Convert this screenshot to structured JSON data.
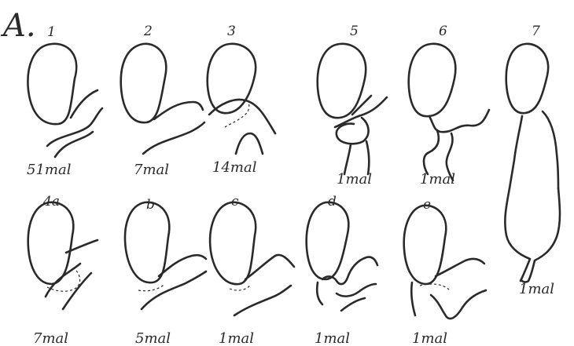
{
  "figure_letter": "A.",
  "panels": [
    {
      "id": "p1",
      "label": "1",
      "count": "51mal"
    },
    {
      "id": "p2",
      "label": "2",
      "count": "7mal"
    },
    {
      "id": "p3",
      "label": "3",
      "count": "14mal"
    },
    {
      "id": "p5",
      "label": "5",
      "count": "1mal"
    },
    {
      "id": "p6",
      "label": "6",
      "count": "1mal"
    },
    {
      "id": "p7",
      "label": "7",
      "count": "1mal"
    },
    {
      "id": "p4a",
      "label": "4a",
      "count": "7mal"
    },
    {
      "id": "p4b",
      "label": "b",
      "count": "5mal"
    },
    {
      "id": "p4c",
      "label": "c",
      "count": "1mal"
    },
    {
      "id": "p4d",
      "label": "d",
      "count": "1mal"
    },
    {
      "id": "p4e",
      "label": "e",
      "count": "1mal"
    }
  ]
}
